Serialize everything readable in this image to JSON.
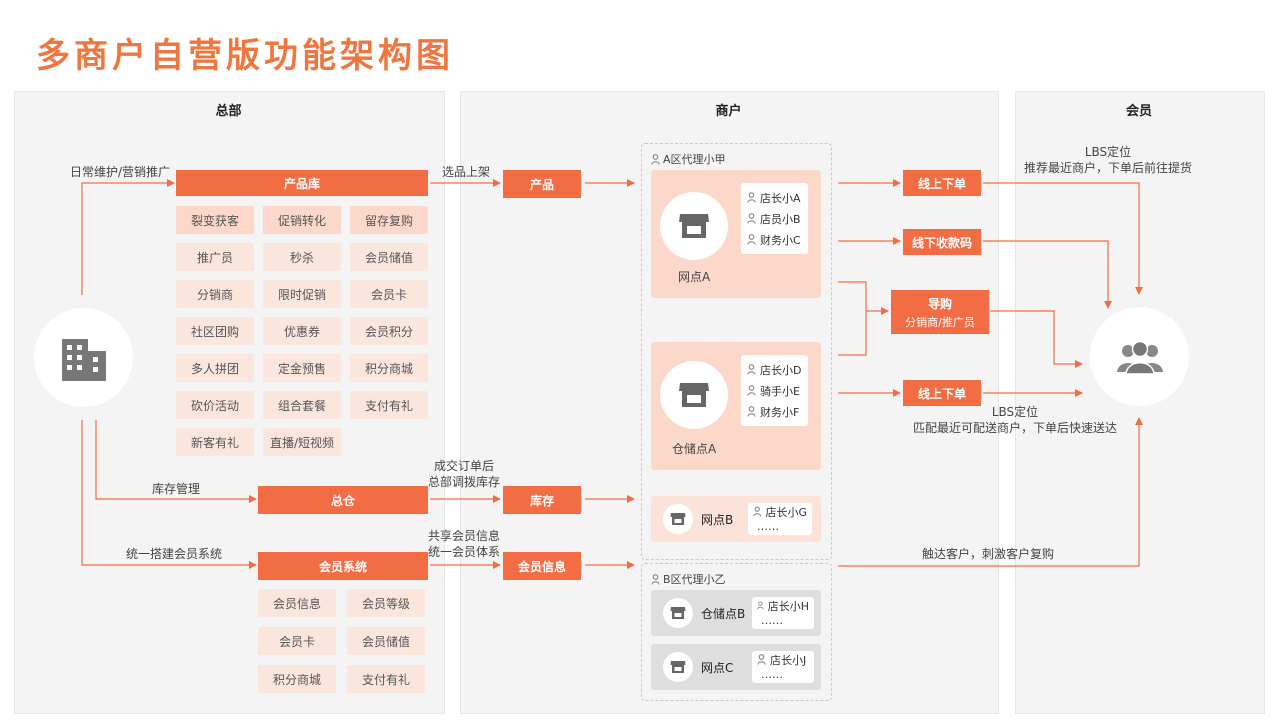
{
  "title": "多商户自营版功能架构图",
  "panels": {
    "hq": "总部",
    "merchant": "商户",
    "member": "会员"
  },
  "hq": {
    "product_lib": "产品库",
    "features": [
      "裂变获客",
      "促销转化",
      "留存复购",
      "推广员",
      "秒杀",
      "会员储值",
      "分销商",
      "限时促销",
      "会员卡",
      "社区团购",
      "优惠券",
      "会员积分",
      "多人拼团",
      "定金预售",
      "积分商城",
      "砍价活动",
      "组合套餐",
      "支付有礼",
      "新客有礼",
      "直播/短视频"
    ],
    "warehouse": "总仓",
    "member_sys": "会员系统",
    "member_features": [
      "会员信息",
      "会员等级",
      "会员卡",
      "会员储值",
      "积分商城",
      "支付有礼"
    ]
  },
  "flows": {
    "daily": "日常维护/营销推广",
    "stock_mgmt": "库存管理",
    "unify_member": "统一搭建会员系统",
    "select": "选品上架",
    "product": "产品",
    "deal_1": "成交订单后",
    "deal_2": "总部调拨库存",
    "stock": "库存",
    "share_1": "共享会员信息",
    "share_2": "统一会员体系",
    "member_info": "会员信息"
  },
  "merchant": {
    "agent_a": "A区代理小甲",
    "agent_b": "B区代理小乙",
    "outlet_a": {
      "name": "网点A",
      "staff": [
        "店长小A",
        "店员小B",
        "财务小C"
      ]
    },
    "storage_a": {
      "name": "仓储点A",
      "staff": [
        "店长小D",
        "骑手小E",
        "财务小F"
      ]
    },
    "outlet_b": {
      "name": "网点B",
      "staff": [
        "店长小G",
        "……"
      ]
    },
    "storage_b": {
      "name": "仓储点B",
      "staff": [
        "店长小H",
        "……"
      ]
    },
    "outlet_c": {
      "name": "网点C",
      "staff": [
        "店长小J",
        "……"
      ]
    }
  },
  "actions": {
    "online_order_1": "线上下单",
    "offline_code": "线下收款码",
    "guide": "导购",
    "guide_sub": "分销商/推广员",
    "online_order_2": "线上下单"
  },
  "member": {
    "lbs_top_1": "LBS定位",
    "lbs_top_2": "推荐最近商户，下单后前往提货",
    "lbs_bot_1": "LBS定位",
    "lbs_bot_2": "匹配最近可配送商户，下单后快速送达",
    "reach": "触达客户，刺激客户复购"
  },
  "colors": {
    "accent": "#f26d43",
    "title": "#f0763f",
    "chip": "#fbe6dd",
    "store_box": "#fbd8ca",
    "grey_box": "#e2e2e2",
    "arrow": "#f26d43"
  },
  "icons": [
    "building-icon",
    "store-icon",
    "person-icon",
    "users-icon"
  ]
}
